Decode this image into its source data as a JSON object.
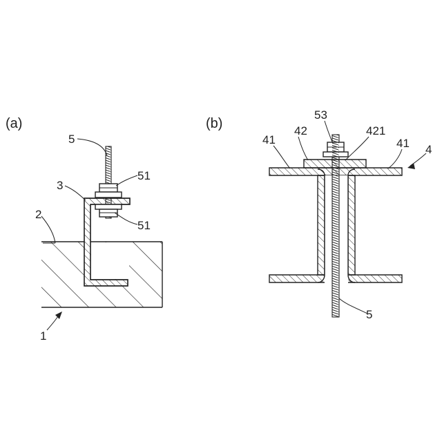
{
  "panel_a": {
    "label": "(a)",
    "callouts": {
      "rod": "5",
      "nut_upper": "51",
      "nut_lower": "51",
      "channel": "3",
      "surface": "2",
      "base": "1"
    }
  },
  "panel_b": {
    "label": "(b)",
    "callouts": {
      "nut_top": "53",
      "plate": "42",
      "plate_hole": "421",
      "flange_left": "41",
      "flange_right": "41",
      "beam": "4",
      "rod": "5"
    }
  }
}
